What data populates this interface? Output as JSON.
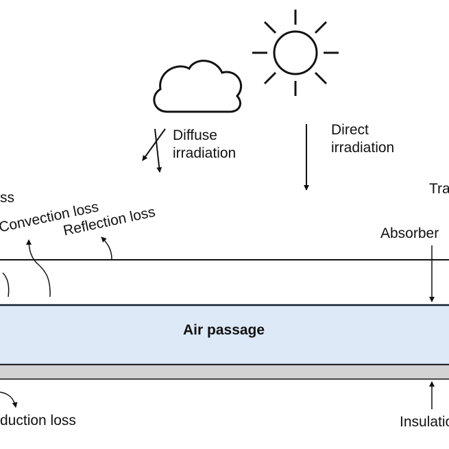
{
  "labels": {
    "diffuse_line1": "Diffuse",
    "diffuse_line2": "irradiation",
    "direct_line1": "Direct",
    "direct_line2": "irradiation",
    "radiation_loss_fragment": "ss",
    "convection_loss": "Convection loss",
    "reflection_loss": "Reflection loss",
    "absorber": "Absorber",
    "air_passage": "Air passage",
    "conduction_loss_fragment": "duction loss",
    "insulation_fragment": "Insulatio",
    "transparent_fragment": "Tra"
  },
  "colors": {
    "stroke": "#111111",
    "air_passage_fill": "#dde9f6",
    "insulation_fill": "#d3d3d3",
    "air_passage_border": "#0f1f2e"
  },
  "icons": [
    "sun-icon",
    "cloud-icon"
  ]
}
